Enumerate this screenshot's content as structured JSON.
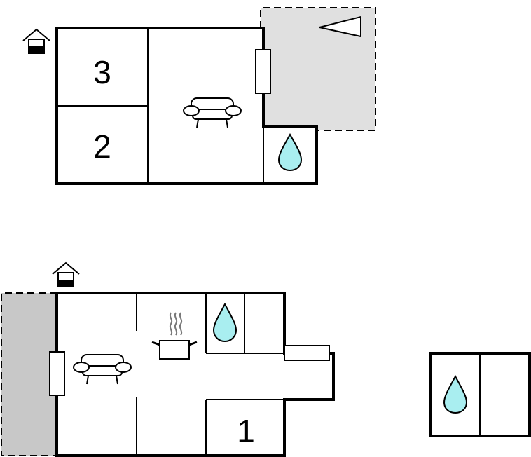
{
  "upper_floor": {
    "rooms": [
      {
        "label": "3"
      },
      {
        "label": "2"
      }
    ],
    "icons": [
      "house-icon",
      "sofa-icon",
      "window",
      "water-drop-icon",
      "terrace-triangle-icon"
    ]
  },
  "lower_floor": {
    "rooms": [
      {
        "label": "1"
      }
    ],
    "icons": [
      "house-icon",
      "sofa-icon",
      "window",
      "window",
      "stove-pot-icon",
      "water-drop-icon"
    ]
  },
  "annex": {
    "icons": [
      "water-drop-icon"
    ]
  },
  "colors": {
    "wall": "#000000",
    "terrace": "#e0e0e0",
    "terrace_dark": "#c8c8c8",
    "water": "#a9eef0"
  }
}
